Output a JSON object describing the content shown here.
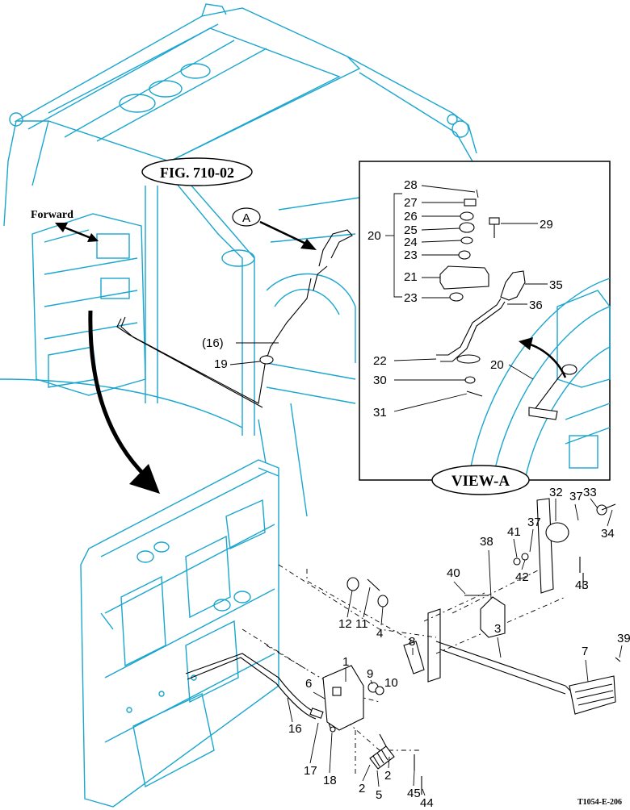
{
  "figure": {
    "fig_label": "FIG. 710-02",
    "view_title": "VIEW-A",
    "view_marker": "A",
    "forward_label": "Forward",
    "drawing_code": "T1054-E-206"
  },
  "parts_main": [
    "1",
    "2",
    "2",
    "3",
    "4",
    "5",
    "6",
    "7",
    "8",
    "9",
    "10",
    "11",
    "12",
    "16",
    "17",
    "18",
    "32",
    "33",
    "34",
    "37",
    "37",
    "38",
    "39",
    "40",
    "41",
    "42",
    "43",
    "44",
    "45"
  ],
  "parts_cab": [
    "(16)",
    "19"
  ],
  "parts_view_a": [
    "28",
    "27",
    "26",
    "25",
    "24",
    "23",
    "21",
    "23",
    "20",
    "29",
    "35",
    "36",
    "22",
    "30",
    "31",
    "20"
  ],
  "colors": {
    "line_art": "#1aa6cf",
    "parts": "#000000",
    "background": "#ffffff"
  }
}
